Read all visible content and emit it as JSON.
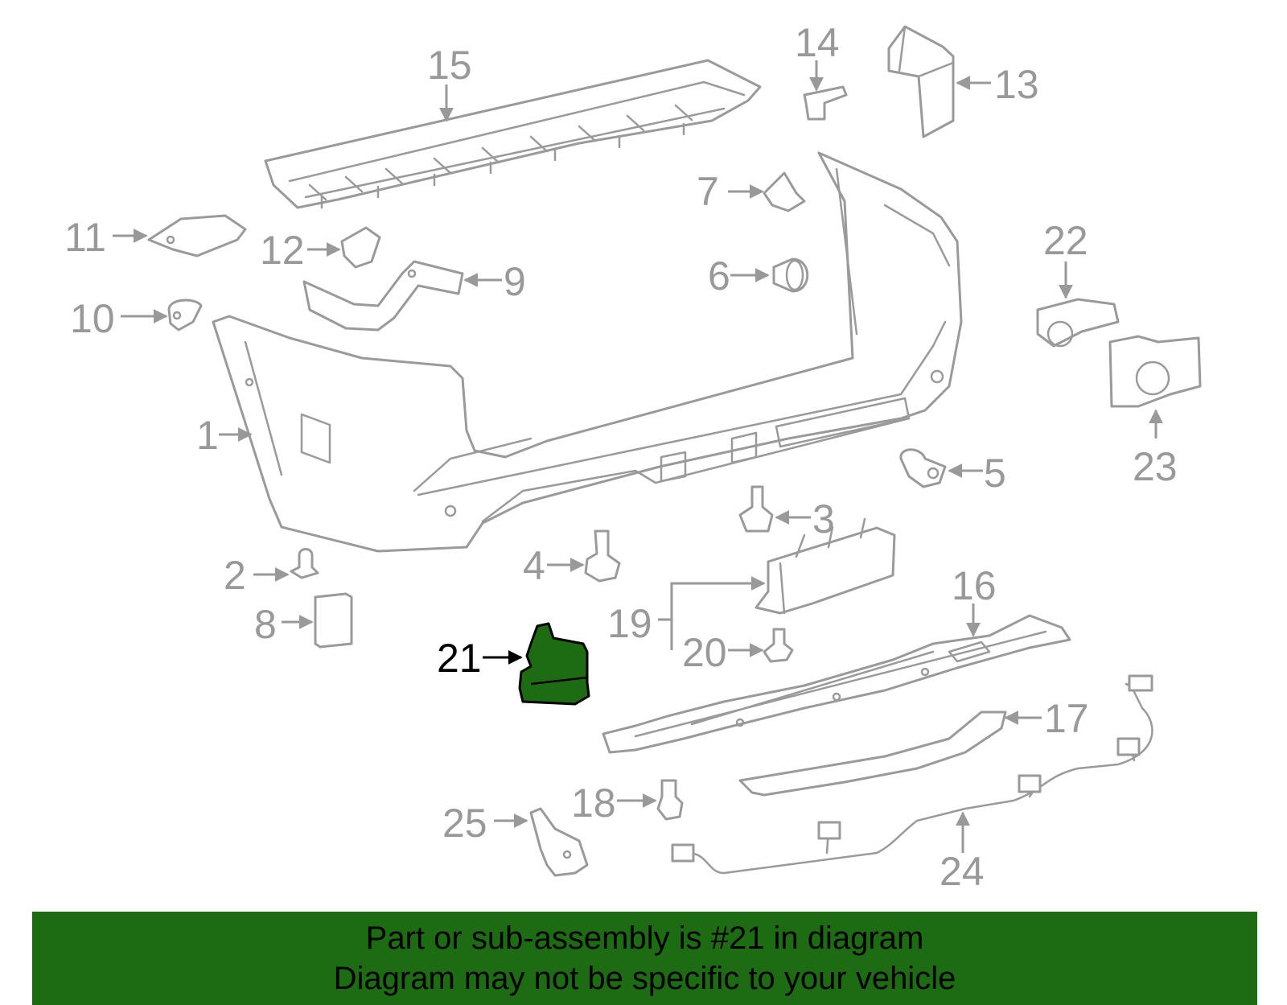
{
  "callouts": [
    "1",
    "2",
    "3",
    "4",
    "5",
    "6",
    "7",
    "8",
    "9",
    "10",
    "11",
    "12",
    "13",
    "14",
    "15",
    "16",
    "17",
    "18",
    "19",
    "20",
    "21",
    "22",
    "23",
    "24",
    "25"
  ],
  "highlighted_part": "21",
  "banner": {
    "line1": "Part or sub-assembly is #21 in diagram",
    "line2": "Diagram may not be specific to your vehicle"
  },
  "colors": {
    "highlight_fill": "#1d6b12",
    "banner_background": "#1d6b12",
    "banner_text": "#000000",
    "line_art": "#9a9a9a"
  }
}
